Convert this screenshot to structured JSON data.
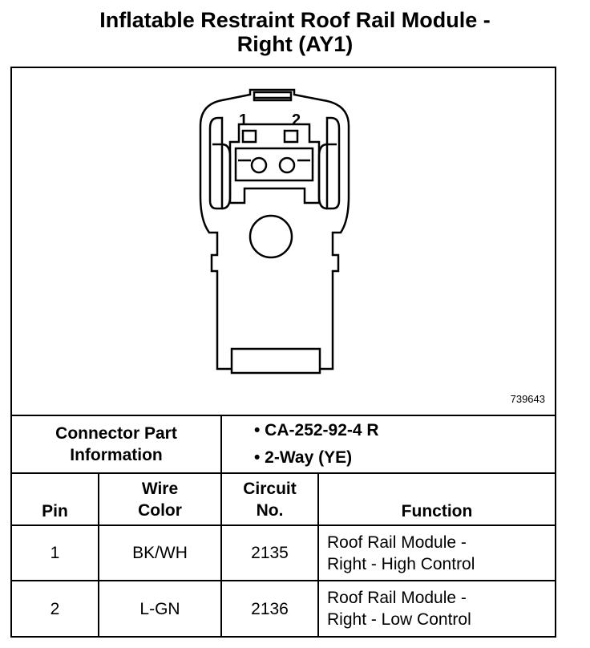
{
  "title": {
    "line1": "Inflatable Restraint Roof Rail Module -",
    "line2": "Right (AY1)"
  },
  "diagram": {
    "pin_labels": [
      "1",
      "2"
    ],
    "figure_number": "739643"
  },
  "connector": {
    "label": "Connector Part Information",
    "parts": [
      "• CA-252-92-4 R",
      "• 2-Way (YE)"
    ]
  },
  "table": {
    "headers": {
      "pin": "Pin",
      "wire_color": "Wire Color",
      "circuit_no": "Circuit No.",
      "function": "Function"
    },
    "rows": [
      {
        "pin": "1",
        "wire_color": "BK/WH",
        "circuit": "2135",
        "function_line1": "Roof Rail Module -",
        "function_line2": "Right - High Control"
      },
      {
        "pin": "2",
        "wire_color": "L-GN",
        "circuit": "2136",
        "function_line1": "Roof Rail Module -",
        "function_line2": "Right - Low Control"
      }
    ]
  }
}
